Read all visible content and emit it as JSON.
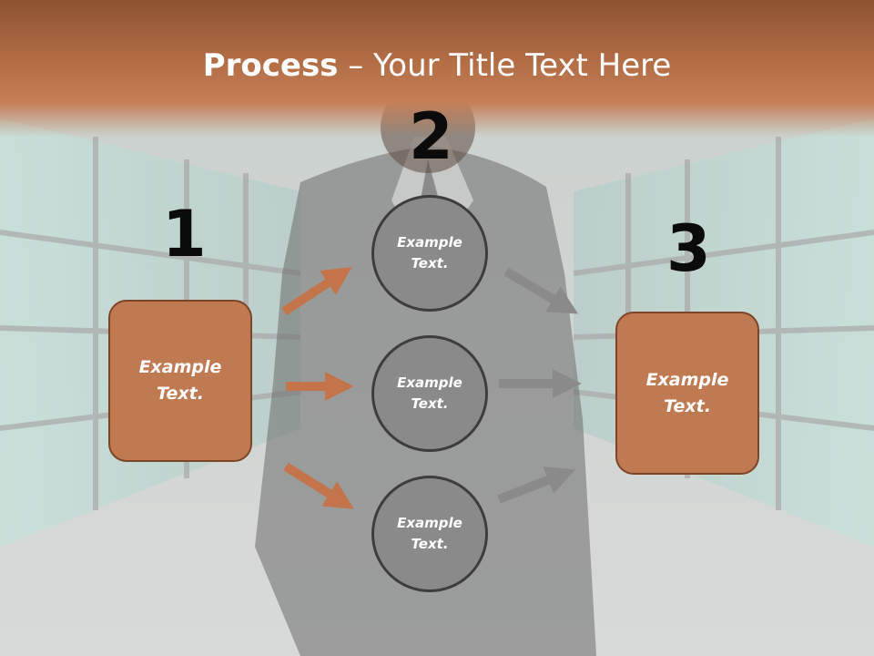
{
  "slide": {
    "title_bold": "Process",
    "title_rest": " – Your Title Text Here"
  },
  "steps": [
    {
      "number": "1",
      "label_line1": "Example",
      "label_line2": "Text."
    },
    {
      "number": "2",
      "circles": [
        {
          "label_line1": "Example",
          "label_line2": "Text."
        },
        {
          "label_line1": "Example",
          "label_line2": "Text."
        },
        {
          "label_line1": "Example",
          "label_line2": "Text."
        }
      ]
    },
    {
      "number": "3",
      "label_line1": "Example",
      "label_line2": "Text."
    }
  ],
  "colors": {
    "header": "#b26d45",
    "box_fill": "#c07a52",
    "box_border": "#7d4428",
    "circle_fill": "#8a8a8a",
    "circle_border": "#3d3d3d",
    "arrow_orange": "#c3744b",
    "arrow_gray": "#8a8a8a"
  }
}
